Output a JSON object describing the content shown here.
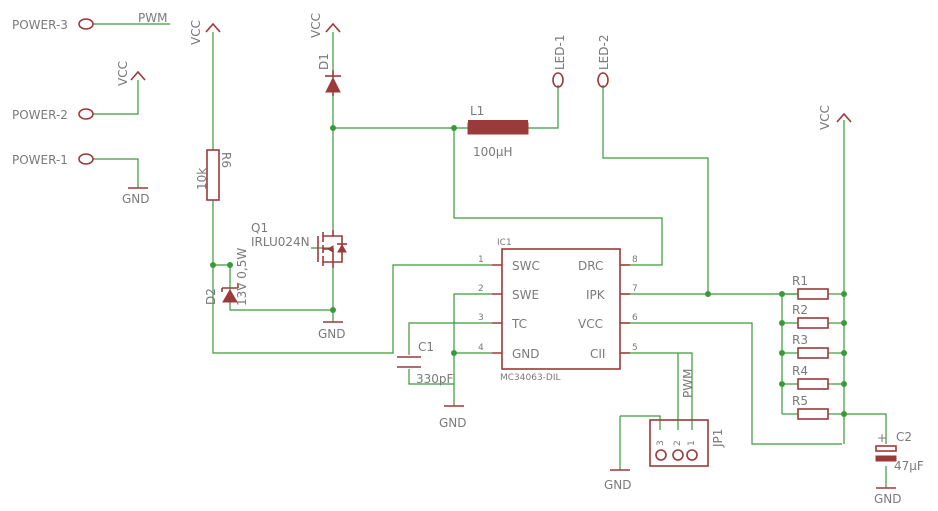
{
  "nets": {
    "vcc": "VCC",
    "gnd": "GND",
    "pwm": "PWM",
    "power3": "POWER-3",
    "power2": "POWER-2",
    "power1": "POWER-1",
    "led1": "LED-1",
    "led2": "LED-2"
  },
  "parts": {
    "d1": "D1",
    "l1": "L1",
    "l1_value": "100µH",
    "r6": "R6",
    "r6_value": "10k",
    "q1": "Q1",
    "q1_value": "IRLU024N",
    "d2": "D2",
    "d2_value": "13V 0,5W",
    "c1": "C1",
    "c1_value": "330pF",
    "r1": "R1",
    "r2": "R2",
    "r3": "R3",
    "r4": "R4",
    "r5": "R5",
    "c2": "C2",
    "c2_value": "47µF",
    "jp1": "JP1"
  },
  "ic1": {
    "name": "IC1",
    "value": "MC34063-DIL",
    "pins_left": [
      {
        "num": "1",
        "name": "SWC"
      },
      {
        "num": "2",
        "name": "SWE"
      },
      {
        "num": "3",
        "name": "TC"
      },
      {
        "num": "4",
        "name": "GND"
      }
    ],
    "pins_right": [
      {
        "num": "8",
        "name": "DRC"
      },
      {
        "num": "7",
        "name": "IPK"
      },
      {
        "num": "6",
        "name": "VCC"
      },
      {
        "num": "5",
        "name": "CII"
      }
    ]
  },
  "jp1_pins": [
    "3",
    "2",
    "1"
  ],
  "colors": {
    "wire": "#3a9a3a",
    "part": "#9b3a3a",
    "text": "#7a7a7a",
    "background": "#ffffff"
  }
}
